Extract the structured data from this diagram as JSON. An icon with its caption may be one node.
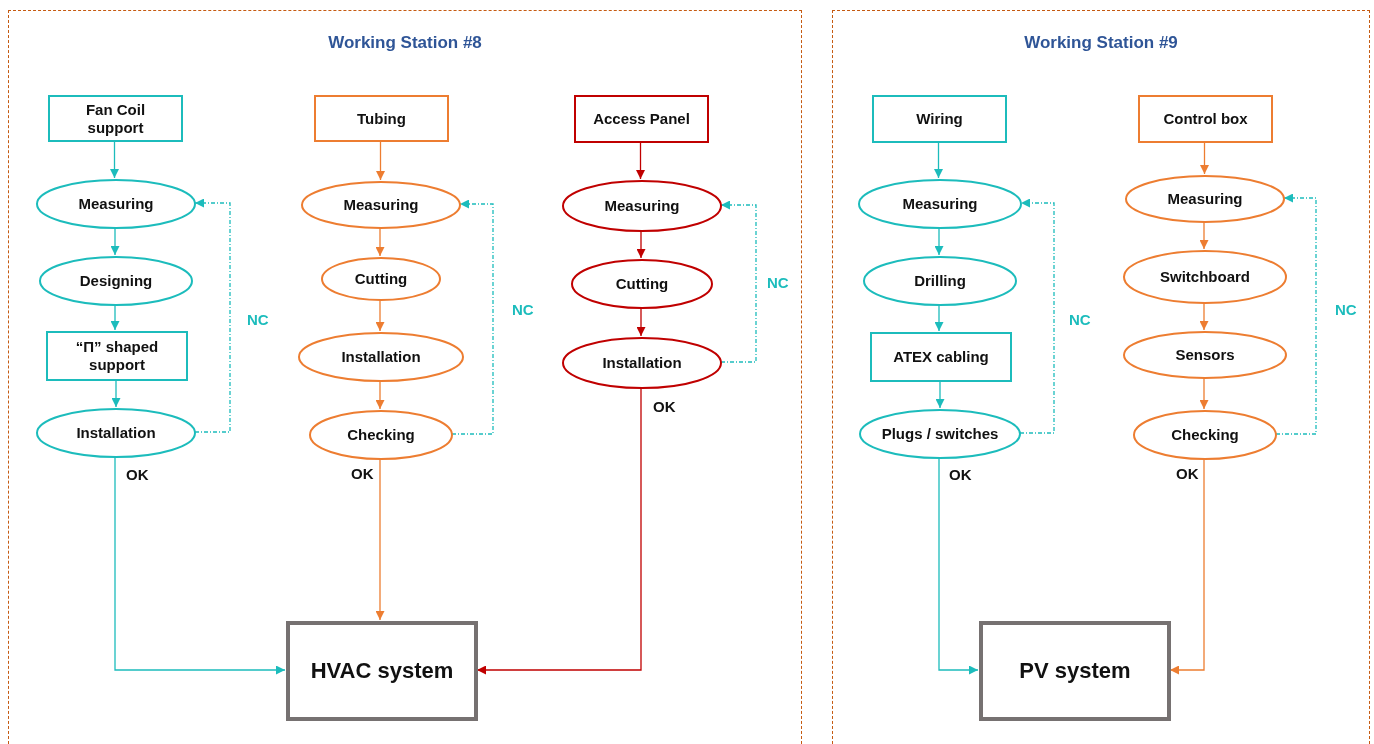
{
  "diagram": {
    "nodes": [
      {
        "text": [
          "Working Station #8"
        ]
      },
      {
        "text": [
          "Working Station #9"
        ]
      },
      {
        "text": [
          "Fan Coil support"
        ],
        "in": 0
      },
      {
        "text": [
          "Measuring"
        ],
        "in": 0
      },
      {
        "text": [
          "Designing"
        ],
        "in": 0
      },
      {
        "text": [
          "“Π” shaped support"
        ],
        "in": 0
      },
      {
        "text": [
          "Installation"
        ],
        "in": 0
      },
      {
        "text": [
          "Tubing"
        ],
        "in": 0
      },
      {
        "text": [
          "Measuring"
        ],
        "in": 0
      },
      {
        "text": [
          "Cutting"
        ],
        "in": 0
      },
      {
        "text": [
          "Installation"
        ],
        "in": 0
      },
      {
        "text": [
          "Checking"
        ],
        "in": 0
      },
      {
        "text": [
          "Access Panel"
        ],
        "in": 0
      },
      {
        "text": [
          "Measuring"
        ],
        "in": 0
      },
      {
        "text": [
          "Cutting"
        ],
        "in": 0
      },
      {
        "text": [
          "Installation"
        ],
        "in": 0
      },
      {
        "text": [
          "HVAC system"
        ],
        "in": 0
      },
      {
        "text": [
          "Wiring"
        ],
        "in": 1
      },
      {
        "text": [
          "Measuring"
        ],
        "in": 1
      },
      {
        "text": [
          "Drilling"
        ],
        "in": 1
      },
      {
        "text": [
          "ATEX cabling"
        ],
        "in": 1
      },
      {
        "text": [
          "Plugs / switches"
        ],
        "in": 1
      },
      {
        "text": [
          "Control box"
        ],
        "in": 1
      },
      {
        "text": [
          "Measuring"
        ],
        "in": 1
      },
      {
        "text": [
          "Switchboard"
        ],
        "in": 1
      },
      {
        "text": [
          "Sensors"
        ],
        "in": 1
      },
      {
        "text": [
          "Checking"
        ],
        "in": 1
      },
      {
        "text": [
          "PV system"
        ],
        "in": 1
      }
    ],
    "edges": [
      {
        "from": 2,
        "to": 3,
        "arrow": "to"
      },
      {
        "from": 3,
        "to": 4,
        "arrow": "to"
      },
      {
        "from": 4,
        "to": 5,
        "arrow": "to"
      },
      {
        "from": 5,
        "to": 6,
        "arrow": "to"
      },
      {
        "from": 6,
        "to": 3,
        "arrow": "to",
        "label": "NC",
        "style": "dashed"
      },
      {
        "from": 6,
        "to": 16,
        "arrow": "to",
        "label": "OK"
      },
      {
        "from": 7,
        "to": 8,
        "arrow": "to",
        "color": "#ed7d31"
      },
      {
        "from": 8,
        "to": 9,
        "arrow": "to",
        "color": "#ed7d31"
      },
      {
        "from": 9,
        "to": 10,
        "arrow": "to",
        "color": "#ed7d31"
      },
      {
        "from": 10,
        "to": 11,
        "arrow": "to",
        "color": "#ed7d31"
      },
      {
        "from": 11,
        "to": 8,
        "arrow": "to",
        "label": "NC",
        "style": "dashed"
      },
      {
        "from": 11,
        "to": 16,
        "arrow": "to",
        "label": "OK",
        "color": "#ed7d31"
      },
      {
        "from": 12,
        "to": 13,
        "arrow": "to",
        "color": "#c00000"
      },
      {
        "from": 13,
        "to": 14,
        "arrow": "to",
        "color": "#c00000"
      },
      {
        "from": 14,
        "to": 15,
        "arrow": "to",
        "color": "#c00000"
      },
      {
        "from": 15,
        "to": 13,
        "arrow": "to",
        "label": "NC",
        "style": "dashed"
      },
      {
        "from": 15,
        "to": 16,
        "arrow": "to",
        "label": "OK",
        "color": "#c00000"
      },
      {
        "from": 17,
        "to": 18,
        "arrow": "to"
      },
      {
        "from": 18,
        "to": 19,
        "arrow": "to"
      },
      {
        "from": 19,
        "to": 20,
        "arrow": "to"
      },
      {
        "from": 20,
        "to": 21,
        "arrow": "to"
      },
      {
        "from": 21,
        "to": 18,
        "arrow": "to",
        "label": "NC",
        "style": "dashed"
      },
      {
        "from": 21,
        "to": 27,
        "arrow": "to",
        "label": "OK"
      },
      {
        "from": 22,
        "to": 23,
        "arrow": "to",
        "color": "#ed7d31"
      },
      {
        "from": 23,
        "to": 24,
        "arrow": "to",
        "color": "#ed7d31"
      },
      {
        "from": 24,
        "to": 25,
        "arrow": "to",
        "color": "#ed7d31"
      },
      {
        "from": 25,
        "to": 26,
        "arrow": "to",
        "color": "#ed7d31"
      },
      {
        "from": 26,
        "to": 23,
        "arrow": "to",
        "label": "NC",
        "style": "dashed"
      },
      {
        "from": 26,
        "to": 27,
        "arrow": "to",
        "label": "OK",
        "color": "#ed7d31"
      }
    ]
  }
}
